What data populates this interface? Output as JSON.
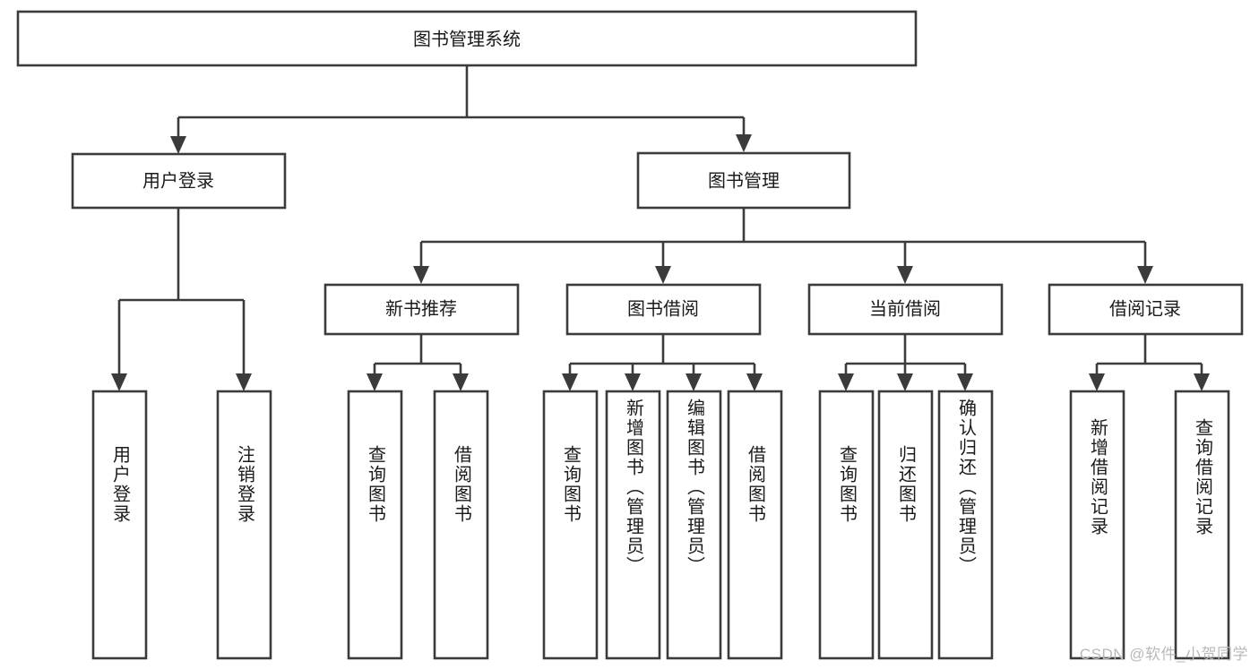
{
  "diagram": {
    "type": "tree",
    "title": "图书管理系统",
    "watermark": "CSDN @软件_小贺同学",
    "colors": {
      "stroke": "#3b3b3b",
      "box_fill": "#ffffff",
      "text": "#1a1a1a",
      "background": "#ffffff",
      "watermark": "#b9b9b9"
    },
    "nodes": {
      "root": {
        "label": "图书管理系统",
        "level": 1,
        "orientation": "horizontal"
      },
      "l2_a": {
        "label": "用户登录",
        "level": 2,
        "orientation": "horizontal"
      },
      "l2_b": {
        "label": "图书管理",
        "level": 2,
        "orientation": "horizontal"
      },
      "l3_a": {
        "label": "新书推荐",
        "level": 3,
        "orientation": "horizontal"
      },
      "l3_b": {
        "label": "图书借阅",
        "level": 3,
        "orientation": "horizontal"
      },
      "l3_c": {
        "label": "当前借阅",
        "level": 3,
        "orientation": "horizontal"
      },
      "l3_d": {
        "label": "借阅记录",
        "level": 3,
        "orientation": "horizontal"
      },
      "leaf_1": {
        "label": "用户登录",
        "level": 4,
        "orientation": "vertical"
      },
      "leaf_2": {
        "label": "注销登录",
        "level": 4,
        "orientation": "vertical"
      },
      "leaf_3": {
        "label": "查询图书",
        "level": 4,
        "orientation": "vertical"
      },
      "leaf_4": {
        "label": "借阅图书",
        "level": 4,
        "orientation": "vertical"
      },
      "leaf_5": {
        "label": "查询图书",
        "level": 4,
        "orientation": "vertical"
      },
      "leaf_6": {
        "label": "新增图书（管理员）",
        "level": 4,
        "orientation": "vertical"
      },
      "leaf_7": {
        "label": "编辑图书（管理员）",
        "level": 4,
        "orientation": "vertical"
      },
      "leaf_8": {
        "label": "借阅图书",
        "level": 4,
        "orientation": "vertical"
      },
      "leaf_9": {
        "label": "查询图书",
        "level": 4,
        "orientation": "vertical"
      },
      "leaf_10": {
        "label": "归还图书",
        "level": 4,
        "orientation": "vertical"
      },
      "leaf_11": {
        "label": "确认归还（管理员）",
        "level": 4,
        "orientation": "vertical"
      },
      "leaf_12": {
        "label": "新增借阅记录",
        "level": 4,
        "orientation": "vertical"
      },
      "leaf_13": {
        "label": "查询借阅记录",
        "level": 4,
        "orientation": "vertical"
      }
    },
    "edges": [
      {
        "from": "root",
        "to": "l2_a"
      },
      {
        "from": "root",
        "to": "l2_b"
      },
      {
        "from": "l2_a",
        "to": "leaf_1"
      },
      {
        "from": "l2_a",
        "to": "leaf_2"
      },
      {
        "from": "l2_b",
        "to": "l3_a"
      },
      {
        "from": "l2_b",
        "to": "l3_b"
      },
      {
        "from": "l2_b",
        "to": "l3_c"
      },
      {
        "from": "l2_b",
        "to": "l3_d"
      },
      {
        "from": "l3_a",
        "to": "leaf_3"
      },
      {
        "from": "l3_a",
        "to": "leaf_4"
      },
      {
        "from": "l3_b",
        "to": "leaf_5"
      },
      {
        "from": "l3_b",
        "to": "leaf_6"
      },
      {
        "from": "l3_b",
        "to": "leaf_7"
      },
      {
        "from": "l3_b",
        "to": "leaf_8"
      },
      {
        "from": "l3_c",
        "to": "leaf_9"
      },
      {
        "from": "l3_c",
        "to": "leaf_10"
      },
      {
        "from": "l3_c",
        "to": "leaf_11"
      },
      {
        "from": "l3_d",
        "to": "leaf_12"
      },
      {
        "from": "l3_d",
        "to": "leaf_13"
      }
    ]
  }
}
